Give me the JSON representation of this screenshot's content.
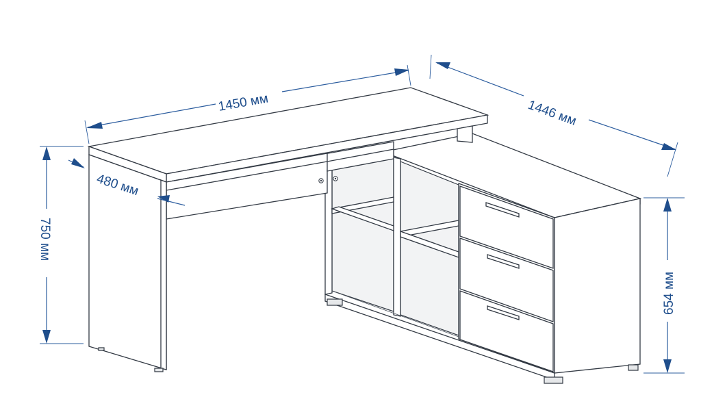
{
  "dimensions": {
    "width_label": "1450 мм",
    "side_length_label": "1446 мм",
    "depth_label": "480 мм",
    "height_label": "750 мм",
    "cabinet_height_label": "654 мм"
  },
  "colors": {
    "dimension": "#1f4e8c",
    "outline": "#333a44",
    "background": "#ffffff"
  },
  "icons": [
    "desk-drawing",
    "dimension-arrow"
  ]
}
